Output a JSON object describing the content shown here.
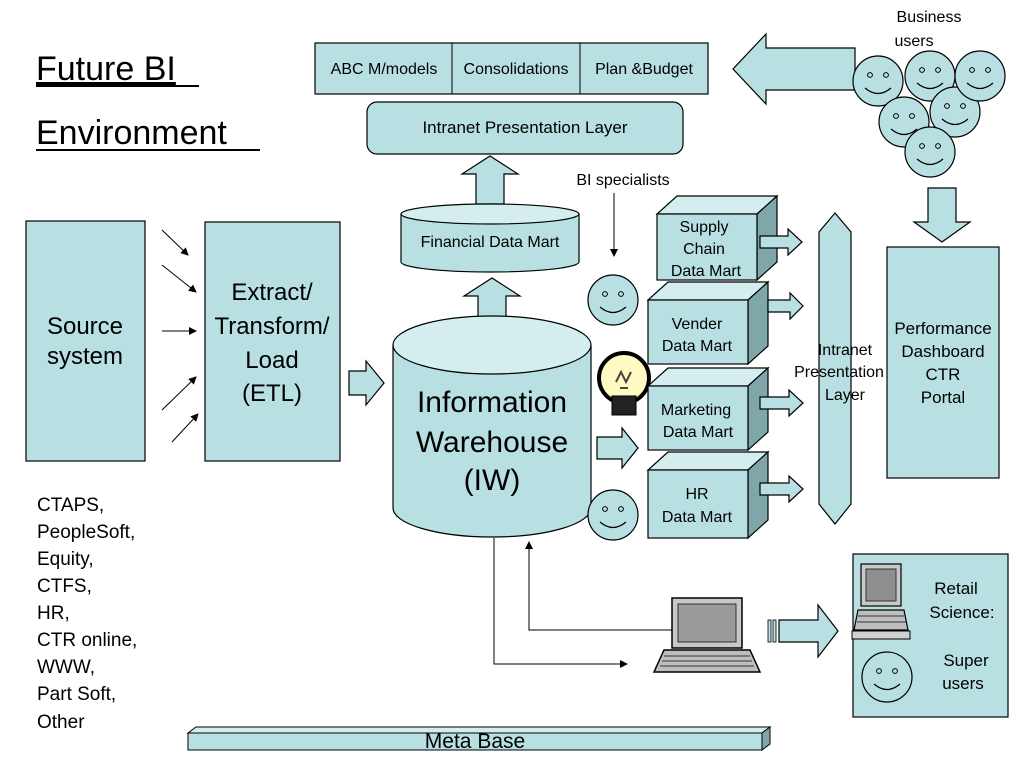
{
  "title": {
    "line1": "Future BI",
    "line2": "Environment"
  },
  "top_boxes": {
    "abc": "ABC M/models",
    "consolidations": "Consolidations",
    "plan": "Plan &Budget"
  },
  "intranet_presentation_top": "Intranet Presentation Layer",
  "business_users": {
    "line1": "Business",
    "line2": "users"
  },
  "bi_specialists": "BI specialists",
  "financial_data_mart": "Financial Data Mart",
  "source_system": {
    "line1": "Source",
    "line2": "system"
  },
  "etl": {
    "line1": "Extract/",
    "line2": "Transform/",
    "line3": "Load",
    "line4": "(ETL)"
  },
  "information_warehouse": {
    "line1": "Information",
    "line2": "Warehouse",
    "line3": "(IW)"
  },
  "data_marts": {
    "supply_chain": {
      "line1": "Supply",
      "line2": "Chain",
      "line3": "Data Mart"
    },
    "vender": {
      "line1": "Vender",
      "line2": "Data Mart"
    },
    "marketing": {
      "line1": "Marketing",
      "line2": "Data Mart"
    },
    "hr": {
      "line1": "HR",
      "line2": "Data Mart"
    }
  },
  "intranet_presentation_right": {
    "line1": "Intranet",
    "line2": "Presentation",
    "line3": "Layer"
  },
  "dashboard": {
    "line1": "Performance",
    "line2": "Dashboard",
    "line3": "CTR",
    "line4": "Portal"
  },
  "sources_list": [
    "CTAPS,",
    "PeopleSoft,",
    "Equity,",
    "CTFS,",
    "HR,",
    "CTR online,",
    "WWW,",
    "Part Soft,",
    "Other"
  ],
  "retail_science": {
    "line1": "Retail",
    "line2": "Science:",
    "super1": "Super",
    "super2": "users"
  },
  "meta_base": "Meta Base",
  "colors": {
    "fill": "#b8e0e3",
    "fill_light": "#d4eef0",
    "fill_dark": "#7fa7aa",
    "stroke": "#000000"
  }
}
